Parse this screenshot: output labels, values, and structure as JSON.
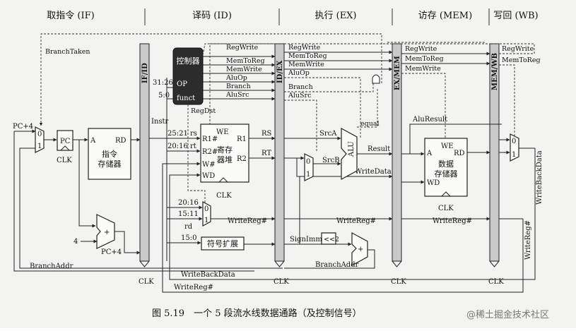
{
  "stages": [
    "取指令 (IF)",
    "译码 (ID)",
    "执行 (EX)",
    "访存 (MEM)",
    "写回 (WB)"
  ],
  "pipeline_registers": [
    "IF/ID",
    "ID/EX",
    "EX/MEM",
    "MEM/WB"
  ],
  "control_unit": {
    "title": "控制器",
    "op": "OP",
    "funct": "funct",
    "op_bits": "31:26",
    "funct_bits": "5:0"
  },
  "control_signals": [
    "RegWrite",
    "MemToReg",
    "MemWrite",
    "AluOp",
    "Branch",
    "AluSrc"
  ],
  "ex_signals": [
    "RegWrite",
    "MemToReg",
    "MemWrite",
    "AluOp",
    "Branch",
    "AluSrc"
  ],
  "mem_signals": [
    "RegWrite",
    "MemToReg",
    "MemWrite"
  ],
  "wb_signals": [
    "RegWrite",
    "MemToReg"
  ],
  "regdst": "RegDst",
  "instr": "Instr",
  "branch_taken": "BranchTaken",
  "pc_plus4": "PC+4",
  "pc_plus4_b": "PC+4",
  "pc": "PC",
  "four": "4",
  "clk": "CLK",
  "mux0": "0",
  "mux1": "1",
  "imem": {
    "a": "A",
    "rd": "RD",
    "name1": "指令",
    "name2": "存储器"
  },
  "regfile": {
    "we": "WE",
    "r1n": "R1#",
    "r2n": "R2#",
    "wn": "W#",
    "wd": "WD",
    "r1": "R1",
    "r2": "R2",
    "name1": "寄存",
    "name2": "器堆"
  },
  "bits": {
    "rs": "25:21",
    "rt": "20:16",
    "rt2": "20:16",
    "rd": "15:11",
    "imm": "15:0"
  },
  "reg_names": {
    "rs": "rs",
    "rt": "rt",
    "rd": "rd"
  },
  "sign_extend": "符号扩展",
  "alu": "ALU",
  "srcA": "SrcA",
  "srcB": "SrcB",
  "rs_out": "RS",
  "rt_out": "RT",
  "equal": "equal",
  "result": "Result",
  "aluresult": "AluResult",
  "dmem": {
    "we": "WE",
    "a": "A",
    "rd": "RD",
    "wd": "WD",
    "name1": "数据",
    "name2": "存储器"
  },
  "writedata": "WriteData",
  "writeback_data": "WriteBackData",
  "writereg": "WriteReg#",
  "signimm": "SignImm",
  "shift": "<<2",
  "branchaddr": "BranchAddr",
  "caption": "图 5.19　一个 5 段流水线数据通路（及控制信号）",
  "watermark": "@稀土掘金技术社区"
}
